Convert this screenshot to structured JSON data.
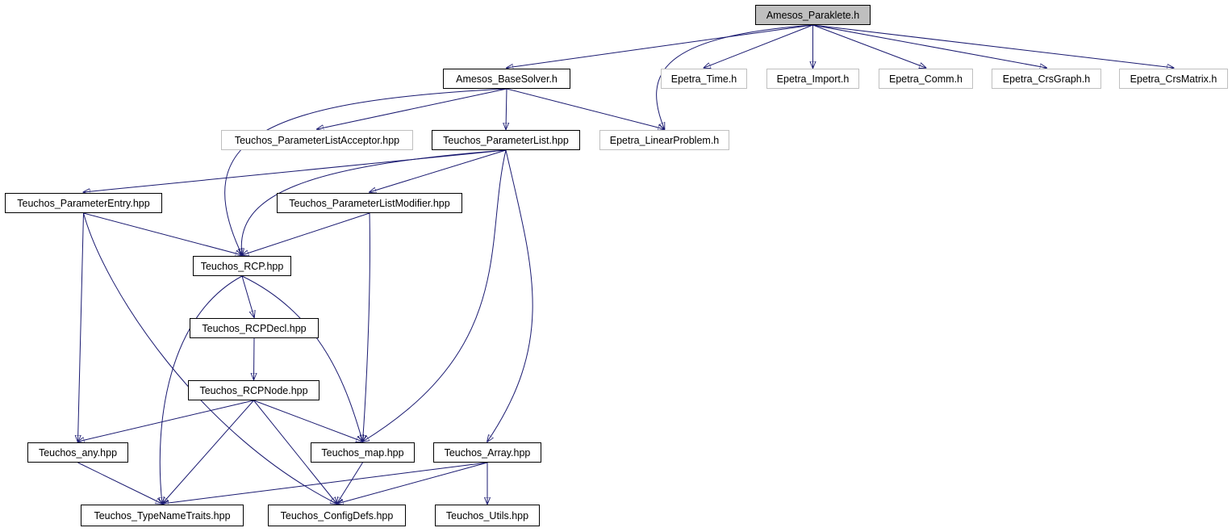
{
  "colors": {
    "edge": "#191970",
    "root_fill": "#bfbfbf",
    "node_border": "#000000",
    "external_border": "#bfbfbf",
    "background": "#ffffff"
  },
  "graph": {
    "nodes": [
      {
        "id": "amesos_paraklete",
        "label": "Amesos_Paraklete.h",
        "kind": "root"
      },
      {
        "id": "amesos_basesolver",
        "label": "Amesos_BaseSolver.h",
        "kind": "file"
      },
      {
        "id": "epetra_time",
        "label": "Epetra_Time.h",
        "kind": "external"
      },
      {
        "id": "epetra_import",
        "label": "Epetra_Import.h",
        "kind": "external"
      },
      {
        "id": "epetra_comm",
        "label": "Epetra_Comm.h",
        "kind": "external"
      },
      {
        "id": "epetra_crsgraph",
        "label": "Epetra_CrsGraph.h",
        "kind": "external"
      },
      {
        "id": "epetra_crsmatrix",
        "label": "Epetra_CrsMatrix.h",
        "kind": "external"
      },
      {
        "id": "teuchos_parameterlistacceptor",
        "label": "Teuchos_ParameterListAcceptor.hpp",
        "kind": "external"
      },
      {
        "id": "teuchos_parameterlist",
        "label": "Teuchos_ParameterList.hpp",
        "kind": "file"
      },
      {
        "id": "epetra_linearproblem",
        "label": "Epetra_LinearProblem.h",
        "kind": "external"
      },
      {
        "id": "teuchos_parameterentry",
        "label": "Teuchos_ParameterEntry.hpp",
        "kind": "file"
      },
      {
        "id": "teuchos_parameterlistmodifier",
        "label": "Teuchos_ParameterListModifier.hpp",
        "kind": "file"
      },
      {
        "id": "teuchos_rcp",
        "label": "Teuchos_RCP.hpp",
        "kind": "file"
      },
      {
        "id": "teuchos_rcpdecl",
        "label": "Teuchos_RCPDecl.hpp",
        "kind": "file"
      },
      {
        "id": "teuchos_rcpnode",
        "label": "Teuchos_RCPNode.hpp",
        "kind": "file"
      },
      {
        "id": "teuchos_any",
        "label": "Teuchos_any.hpp",
        "kind": "file"
      },
      {
        "id": "teuchos_map",
        "label": "Teuchos_map.hpp",
        "kind": "file"
      },
      {
        "id": "teuchos_array",
        "label": "Teuchos_Array.hpp",
        "kind": "file"
      },
      {
        "id": "teuchos_typenametraits",
        "label": "Teuchos_TypeNameTraits.hpp",
        "kind": "file"
      },
      {
        "id": "teuchos_configdefs",
        "label": "Teuchos_ConfigDefs.hpp",
        "kind": "file"
      },
      {
        "id": "teuchos_utils",
        "label": "Teuchos_Utils.hpp",
        "kind": "file"
      }
    ],
    "edges": [
      {
        "from": "amesos_paraklete",
        "to": "amesos_basesolver"
      },
      {
        "from": "amesos_paraklete",
        "to": "epetra_linearproblem"
      },
      {
        "from": "amesos_paraklete",
        "to": "epetra_time"
      },
      {
        "from": "amesos_paraklete",
        "to": "epetra_import"
      },
      {
        "from": "amesos_paraklete",
        "to": "epetra_comm"
      },
      {
        "from": "amesos_paraklete",
        "to": "epetra_crsgraph"
      },
      {
        "from": "amesos_paraklete",
        "to": "epetra_crsmatrix"
      },
      {
        "from": "amesos_basesolver",
        "to": "teuchos_rcp"
      },
      {
        "from": "amesos_basesolver",
        "to": "teuchos_parameterlistacceptor"
      },
      {
        "from": "amesos_basesolver",
        "to": "teuchos_parameterlist"
      },
      {
        "from": "amesos_basesolver",
        "to": "epetra_linearproblem"
      },
      {
        "from": "teuchos_parameterlist",
        "to": "teuchos_parameterentry"
      },
      {
        "from": "teuchos_parameterlist",
        "to": "teuchos_rcp"
      },
      {
        "from": "teuchos_parameterlist",
        "to": "teuchos_parameterlistmodifier"
      },
      {
        "from": "teuchos_parameterlist",
        "to": "teuchos_map"
      },
      {
        "from": "teuchos_parameterlist",
        "to": "teuchos_array"
      },
      {
        "from": "teuchos_parameterentry",
        "to": "teuchos_rcp"
      },
      {
        "from": "teuchos_parameterentry",
        "to": "teuchos_any"
      },
      {
        "from": "teuchos_parameterentry",
        "to": "teuchos_configdefs"
      },
      {
        "from": "teuchos_parameterlistmodifier",
        "to": "teuchos_rcp"
      },
      {
        "from": "teuchos_parameterlistmodifier",
        "to": "teuchos_map"
      },
      {
        "from": "teuchos_rcp",
        "to": "teuchos_rcpdecl"
      },
      {
        "from": "teuchos_rcp",
        "to": "teuchos_typenametraits"
      },
      {
        "from": "teuchos_rcp",
        "to": "teuchos_map"
      },
      {
        "from": "teuchos_rcpdecl",
        "to": "teuchos_rcpnode"
      },
      {
        "from": "teuchos_rcpnode",
        "to": "teuchos_any"
      },
      {
        "from": "teuchos_rcpnode",
        "to": "teuchos_typenametraits"
      },
      {
        "from": "teuchos_rcpnode",
        "to": "teuchos_configdefs"
      },
      {
        "from": "teuchos_rcpnode",
        "to": "teuchos_map"
      },
      {
        "from": "teuchos_any",
        "to": "teuchos_typenametraits"
      },
      {
        "from": "teuchos_map",
        "to": "teuchos_configdefs"
      },
      {
        "from": "teuchos_array",
        "to": "teuchos_typenametraits"
      },
      {
        "from": "teuchos_array",
        "to": "teuchos_configdefs"
      },
      {
        "from": "teuchos_array",
        "to": "teuchos_utils"
      }
    ]
  }
}
